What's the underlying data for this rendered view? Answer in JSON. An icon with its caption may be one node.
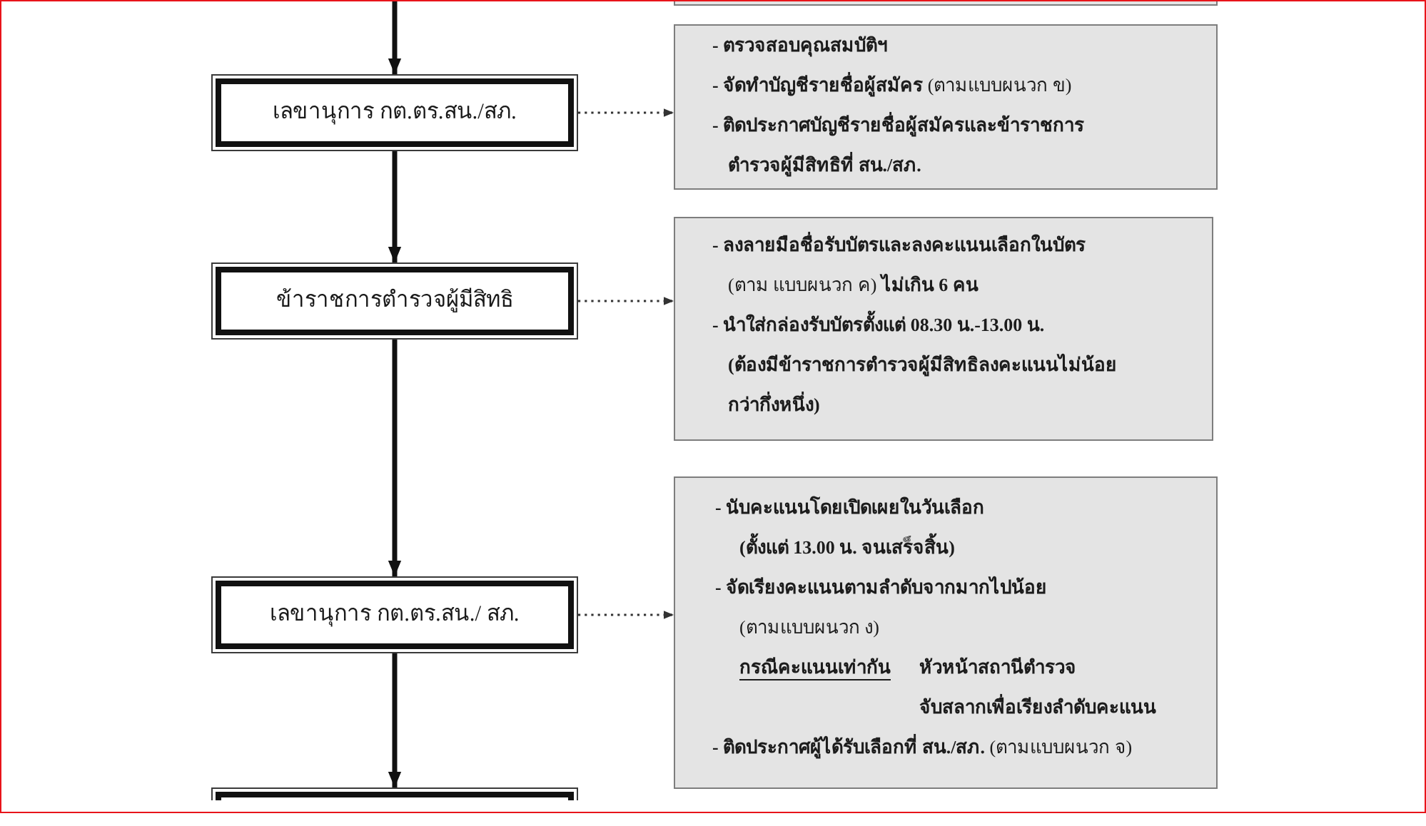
{
  "diagram": {
    "nodes": [
      {
        "text": [],
        "shape": "box"
      },
      {
        "text": [
          "เลขานุการ กต.ตร.สน./สภ."
        ]
      },
      {
        "text": [
          "- ตรวจสอบคุณสมบัติฯ",
          "**- จัดทำบัญชีรายชื่อผู้สมัคร** (ตามแบบผนวก ข)",
          "- ติดประกาศบัญชีรายชื่อผู้สมัครและข้าราชการตำรวจผู้มีสิทธิที่ สน./สภ."
        ]
      },
      {
        "text": [
          "ข้าราชการตำรวจผู้มีสิทธิ"
        ]
      },
      {
        "text": [
          "**- ลงลายมือชื่อรับบัตรและลงคะแนนเลือกในบัตร** (ตาม แบบผนวก ค) **ไม่เกิน 6 คน**",
          "- นำใส่กล่องรับบัตรตั้งแต่ 08.30 น.-13.00 น. (ต้องมีข้าราชการตำรวจผู้มีสิทธิลงคะแนนไม่น้อยกว่ากึ่งหนึ่ง)"
        ]
      },
      {
        "text": [
          "เลขานุการ กต.ตร.สน./ สภ."
        ]
      },
      {
        "text": [
          "- นับคะแนนโดยเปิดเผยในวันเลือก (ตั้งแต่ 13.00 น. จนเสร็จสิ้น)",
          "**- จัดเรียงคะแนนตามลำดับจากมากไปน้อย** (ตามแบบผนวก ง)",
          "กรณีคะแนนเท่ากัน",
          "หัวหน้าสถานีตำรวจ จับสลากเพื่อเรียงลำดับคะแนน",
          "**- ติดประกาศผู้ได้รับเลือกที่ สน./สภ.** (ตามแบบผนวก จ)"
        ]
      },
      {
        "text": [],
        "shape": "box"
      }
    ],
    "edges": [
      {
        "from": null,
        "to": 1,
        "arrow": "to"
      },
      {
        "from": 1,
        "to": 2,
        "arrow": "to",
        "style": "dashed"
      },
      {
        "from": 1,
        "to": 3,
        "arrow": "to"
      },
      {
        "from": 3,
        "to": 4,
        "arrow": "to",
        "style": "dashed"
      },
      {
        "from": 3,
        "to": 5,
        "arrow": "to"
      },
      {
        "from": 5,
        "to": 6,
        "arrow": "to",
        "style": "dashed"
      },
      {
        "from": 5,
        "to": 7,
        "arrow": "to"
      }
    ]
  }
}
